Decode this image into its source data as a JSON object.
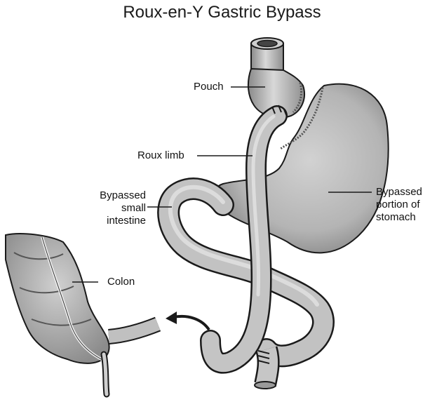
{
  "title": "Roux-en-Y Gastric Bypass",
  "labels": {
    "pouch": "Pouch",
    "roux_limb": "Roux limb",
    "bypassed_small_intestine": [
      "Bypassed",
      "small",
      "intestine"
    ],
    "colon": "Colon",
    "bypassed_stomach": [
      "Bypassed",
      "portion of",
      "stomach"
    ]
  },
  "colors": {
    "outline": "#1a1a1a",
    "tissue_light": "#d6d6d6",
    "tissue_mid": "#b0b0b0",
    "tissue_dark": "#7a7a7a"
  }
}
